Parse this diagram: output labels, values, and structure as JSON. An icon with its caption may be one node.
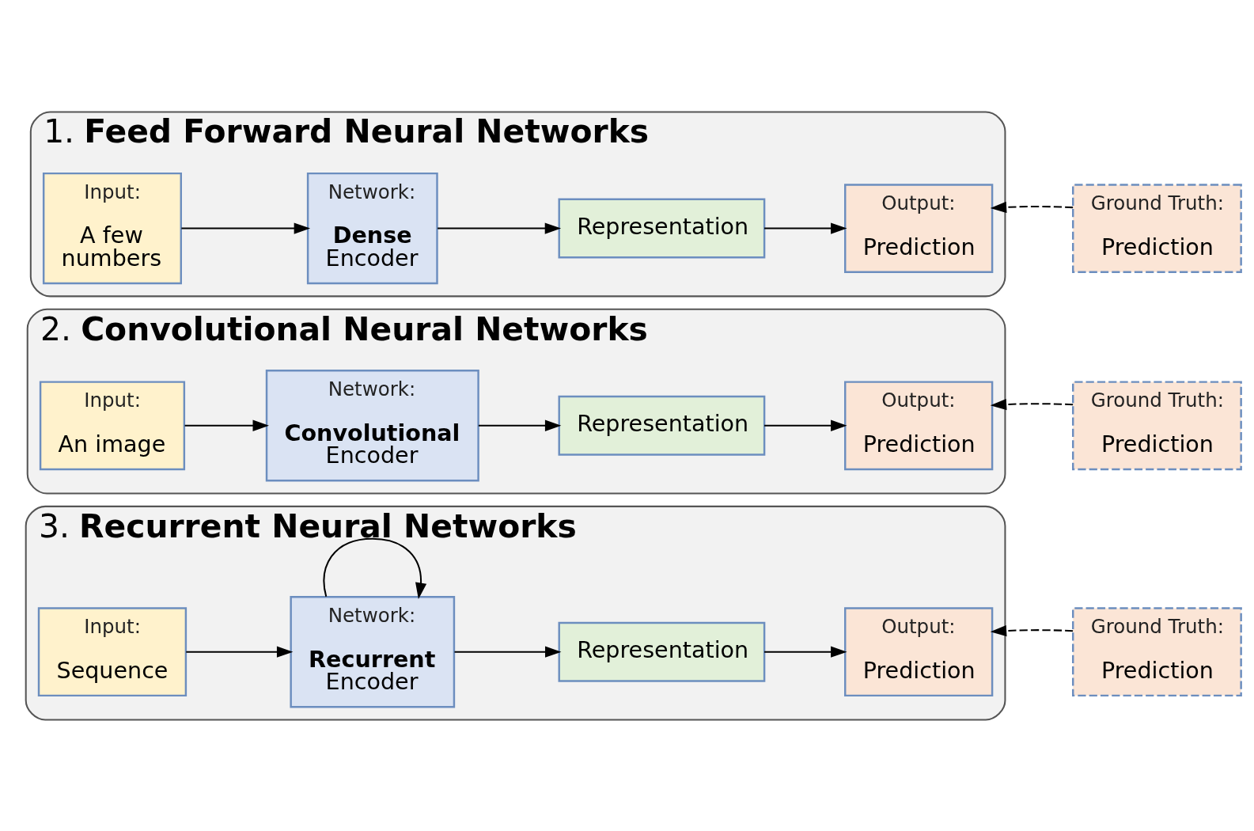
{
  "diagram": {
    "nodes": [
      {
        "text": [
          "1. **Feed Forward Neural Networks**"
        ]
      },
      {
        "text": [
          "Input:",
          "A few numbers"
        ],
        "in": 0
      },
      {
        "text": [
          "Network:",
          "**Dense** Encoder"
        ],
        "in": 0
      },
      {
        "text": [
          "Representation"
        ],
        "in": 0
      },
      {
        "text": [
          "Output:",
          "Prediction"
        ],
        "in": 0
      },
      {
        "text": [
          "Ground Truth:",
          "Prediction"
        ]
      },
      {
        "text": [
          "2. **Convolutional Neural Networks**"
        ]
      },
      {
        "text": [
          "Input:",
          "An image"
        ],
        "in": 6
      },
      {
        "text": [
          "Network:",
          "**Convolutional** Encoder"
        ],
        "in": 6
      },
      {
        "text": [
          "Representation"
        ],
        "in": 6
      },
      {
        "text": [
          "Output:",
          "Prediction"
        ],
        "in": 6
      },
      {
        "text": [
          "Ground Truth:",
          "Prediction"
        ]
      },
      {
        "text": [
          "3. **Recurrent Neural Networks**"
        ]
      },
      {
        "text": [
          "Input:",
          "Sequence"
        ],
        "in": 12
      },
      {
        "text": [
          "Network:",
          "**Recurrent** Encoder"
        ],
        "in": 12
      },
      {
        "text": [
          "Representation"
        ],
        "in": 12
      },
      {
        "text": [
          "Output:",
          "Prediction"
        ],
        "in": 12
      },
      {
        "text": [
          "Ground Truth:",
          "Prediction"
        ]
      }
    ],
    "edges": [
      {
        "from": 1,
        "to": 2,
        "arrow": "to"
      },
      {
        "from": 2,
        "to": 3,
        "arrow": "to"
      },
      {
        "from": 3,
        "to": 4,
        "arrow": "to"
      },
      {
        "from": 5,
        "to": 4,
        "arrow": "to",
        "style": "dashed"
      },
      {
        "from": 7,
        "to": 8,
        "arrow": "to"
      },
      {
        "from": 8,
        "to": 9,
        "arrow": "to"
      },
      {
        "from": 9,
        "to": 10,
        "arrow": "to"
      },
      {
        "from": 11,
        "to": 10,
        "arrow": "to",
        "style": "dashed"
      },
      {
        "from": 13,
        "to": 14,
        "arrow": "to"
      },
      {
        "from": 14,
        "to": 14,
        "arrow": "to"
      },
      {
        "from": 14,
        "to": 15,
        "arrow": "to"
      },
      {
        "from": 15,
        "to": 16,
        "arrow": "to"
      },
      {
        "from": 17,
        "to": 16,
        "arrow": "to",
        "style": "dashed"
      }
    ]
  }
}
